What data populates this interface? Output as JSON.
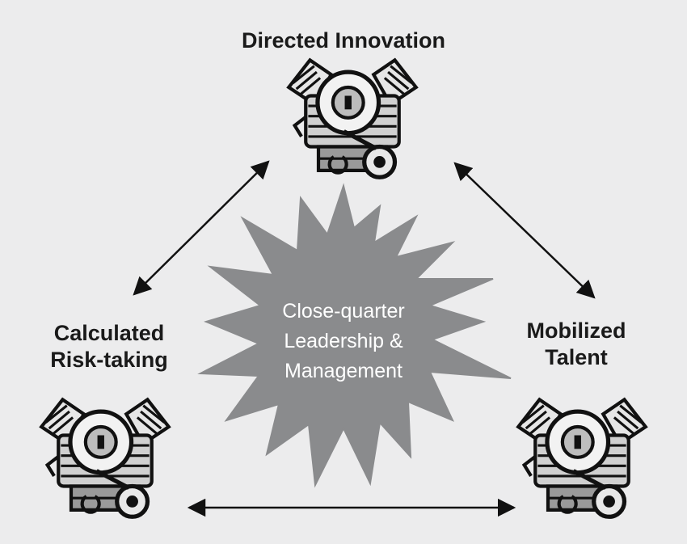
{
  "nodes": {
    "top": {
      "label": "Directed Innovation"
    },
    "left": {
      "lines": [
        "Calculated",
        "Risk-taking"
      ]
    },
    "right": {
      "lines": [
        "Mobilized",
        "Talent"
      ]
    }
  },
  "center": {
    "lines": [
      "Close-quarter",
      "Leadership &",
      "Management"
    ]
  },
  "colors": {
    "background": "#ececed",
    "starburst": "#8a8b8d",
    "text": "#1a1a1a"
  }
}
